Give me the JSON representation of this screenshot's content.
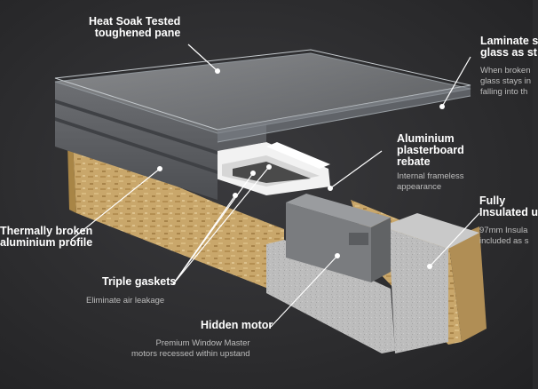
{
  "callouts": {
    "heat_soak": {
      "lines": [
        "Heat Soak Tested",
        "toughened pane"
      ]
    },
    "laminate": {
      "lines": [
        "Laminate s",
        "glass as st"
      ],
      "desc": [
        "When broken",
        "glass stays in",
        "falling into th"
      ]
    },
    "plasterboard": {
      "lines": [
        "Aluminium",
        "plasterboard",
        "rebate"
      ],
      "desc": [
        "Internal frameless",
        "appearance"
      ]
    },
    "insulated": {
      "lines": [
        "Fully",
        "Insulated u"
      ],
      "desc": [
        "97mm Insula",
        "included as s"
      ]
    },
    "thermal": {
      "lines": [
        "Thermally broken",
        "aluminium profile"
      ]
    },
    "gaskets": {
      "lines": [
        "Triple gaskets"
      ],
      "desc": [
        "Eliminate air leakage"
      ]
    },
    "motor": {
      "lines": [
        "Hidden motor"
      ],
      "desc": [
        "Premium Window Master",
        "motors recessed within upstand"
      ]
    }
  }
}
